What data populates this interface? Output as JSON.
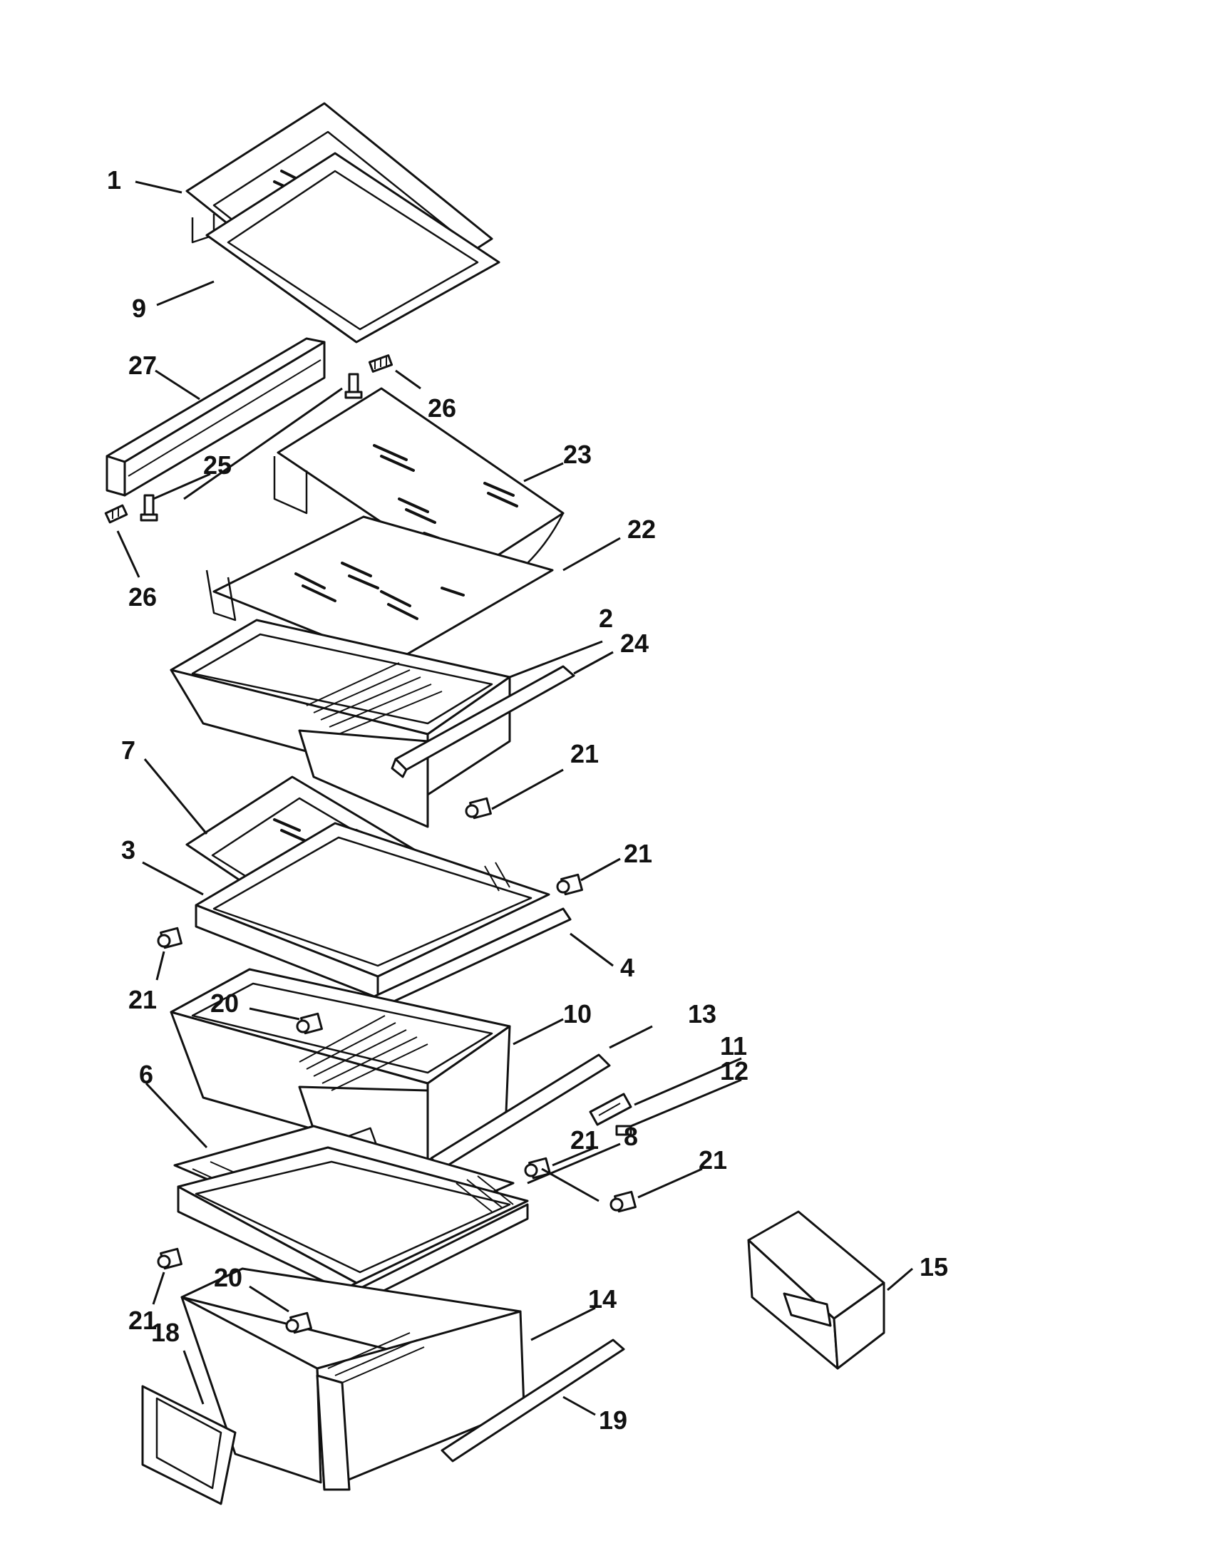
{
  "diagram": {
    "callouts": [
      {
        "id": "c1",
        "text": "1"
      },
      {
        "id": "c9",
        "text": "9"
      },
      {
        "id": "c27",
        "text": "27"
      },
      {
        "id": "c26a",
        "text": "26"
      },
      {
        "id": "c25",
        "text": "25"
      },
      {
        "id": "c23",
        "text": "23"
      },
      {
        "id": "c26b",
        "text": "26"
      },
      {
        "id": "c22",
        "text": "22"
      },
      {
        "id": "c2",
        "text": "2"
      },
      {
        "id": "c24",
        "text": "24"
      },
      {
        "id": "c7",
        "text": "7"
      },
      {
        "id": "c21a",
        "text": "21"
      },
      {
        "id": "c3",
        "text": "3"
      },
      {
        "id": "c21b",
        "text": "21"
      },
      {
        "id": "c21c",
        "text": "21"
      },
      {
        "id": "c4",
        "text": "4"
      },
      {
        "id": "c20a",
        "text": "20"
      },
      {
        "id": "c10",
        "text": "10"
      },
      {
        "id": "c13",
        "text": "13"
      },
      {
        "id": "c6",
        "text": "6"
      },
      {
        "id": "c11",
        "text": "11"
      },
      {
        "id": "c12",
        "text": "12"
      },
      {
        "id": "c21d",
        "text": "21"
      },
      {
        "id": "c8",
        "text": "8"
      },
      {
        "id": "c21e",
        "text": "21"
      },
      {
        "id": "c15",
        "text": "15"
      },
      {
        "id": "c20b",
        "text": "20"
      },
      {
        "id": "c14",
        "text": "14"
      },
      {
        "id": "c21f",
        "text": "21"
      },
      {
        "id": "c18",
        "text": "18"
      },
      {
        "id": "c19",
        "text": "19"
      }
    ]
  }
}
